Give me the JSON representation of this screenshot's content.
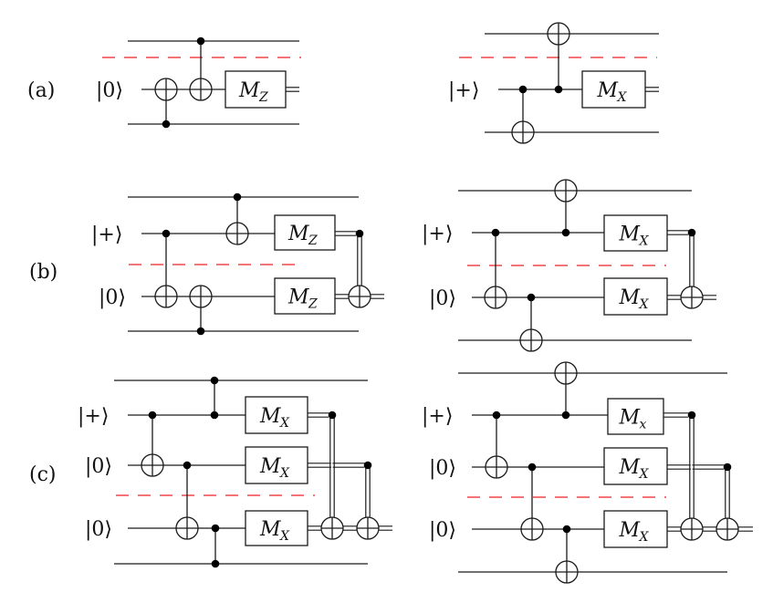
{
  "figure": {
    "panels": [
      {
        "id": "a-left",
        "label": "(a)",
        "inputs": [
          {
            "wire": 1,
            "text": "|0⟩"
          }
        ],
        "wires": [
          "top",
          "ancilla",
          "bottom"
        ],
        "gates": [
          {
            "type": "cnot",
            "control_wire": "bottom",
            "target_wire": "ancilla"
          },
          {
            "type": "cnot",
            "control_wire": "top",
            "target_wire": "ancilla"
          },
          {
            "type": "measure",
            "wire": "ancilla",
            "basis": "Z",
            "text": "M",
            "sub": "Z"
          }
        ]
      },
      {
        "id": "a-right",
        "label": "",
        "inputs": [
          {
            "wire": 1,
            "text": "|+⟩"
          }
        ],
        "wires": [
          "top",
          "ancilla",
          "bottom"
        ],
        "gates": [
          {
            "type": "cnot",
            "control_wire": "ancilla",
            "target_wire": "bottom"
          },
          {
            "type": "cnot",
            "control_wire": "ancilla",
            "target_wire": "top"
          },
          {
            "type": "measure",
            "wire": "ancilla",
            "basis": "X",
            "text": "M",
            "sub": "X"
          }
        ]
      },
      {
        "id": "b-left",
        "label": "(b)",
        "inputs": [
          {
            "wire": 1,
            "text": "|+⟩"
          },
          {
            "wire": 2,
            "text": "|0⟩"
          }
        ],
        "gates": [
          {
            "type": "cnot",
            "control_wire": "ancilla1",
            "target_wire": "ancilla2"
          },
          {
            "type": "cnot",
            "control_wire": "bottom",
            "target_wire": "ancilla2"
          },
          {
            "type": "cnot",
            "control_wire": "top",
            "target_wire": "ancilla1"
          },
          {
            "type": "measure",
            "wire": "ancilla1",
            "text": "M",
            "sub": "Z"
          },
          {
            "type": "measure",
            "wire": "ancilla2",
            "text": "M",
            "sub": "Z"
          },
          {
            "type": "classical-xor",
            "control": "ancilla1",
            "target": "ancilla2"
          }
        ]
      },
      {
        "id": "b-right",
        "label": "",
        "inputs": [
          {
            "wire": 1,
            "text": "|+⟩"
          },
          {
            "wire": 2,
            "text": "|0⟩"
          }
        ],
        "gates": [
          {
            "type": "cnot",
            "control_wire": "ancilla1",
            "target_wire": "ancilla2"
          },
          {
            "type": "cnot",
            "control_wire": "ancilla2",
            "target_wire": "bottom"
          },
          {
            "type": "cnot",
            "control_wire": "ancilla1",
            "target_wire": "top"
          },
          {
            "type": "measure",
            "wire": "ancilla1",
            "text": "M",
            "sub": "X"
          },
          {
            "type": "measure",
            "wire": "ancilla2",
            "text": "M",
            "sub": "X"
          },
          {
            "type": "classical-xor",
            "control": "ancilla1",
            "target": "ancilla2"
          }
        ]
      },
      {
        "id": "c-left",
        "label": "(c)",
        "inputs": [
          {
            "wire": 1,
            "text": "|+⟩"
          },
          {
            "wire": 2,
            "text": "|0⟩"
          },
          {
            "wire": 3,
            "text": "|0⟩"
          }
        ],
        "gates": [
          {
            "type": "cnot",
            "control_wire": "ancilla1",
            "target_wire": "ancilla2"
          },
          {
            "type": "cnot",
            "control_wire": "ancilla2",
            "target_wire": "ancilla3"
          },
          {
            "type": "cz",
            "wires": [
              "top",
              "ancilla1"
            ]
          },
          {
            "type": "cz",
            "wires": [
              "ancilla3",
              "bottom"
            ]
          },
          {
            "type": "measure",
            "wire": "ancilla1",
            "text": "M",
            "sub": "X"
          },
          {
            "type": "measure",
            "wire": "ancilla2",
            "text": "M",
            "sub": "X"
          },
          {
            "type": "measure",
            "wire": "ancilla3",
            "text": "M",
            "sub": "X"
          },
          {
            "type": "classical-xor",
            "control": "ancilla1",
            "target": "ancilla3"
          },
          {
            "type": "classical-xor",
            "control": "ancilla2",
            "target": "ancilla3"
          }
        ]
      },
      {
        "id": "c-right",
        "label": "",
        "inputs": [
          {
            "wire": 1,
            "text": "|+⟩"
          },
          {
            "wire": 2,
            "text": "|0⟩"
          },
          {
            "wire": 3,
            "text": "|0⟩"
          }
        ],
        "gates": [
          {
            "type": "cnot",
            "control_wire": "ancilla1",
            "target_wire": "ancilla2"
          },
          {
            "type": "cnot",
            "control_wire": "ancilla2",
            "target_wire": "ancilla3"
          },
          {
            "type": "cnot",
            "control_wire": "ancilla1",
            "target_wire": "top"
          },
          {
            "type": "cnot",
            "control_wire": "ancilla3",
            "target_wire": "bottom"
          },
          {
            "type": "measure",
            "wire": "ancilla1",
            "text": "M",
            "sub": "x"
          },
          {
            "type": "measure",
            "wire": "ancilla2",
            "text": "M",
            "sub": "X"
          },
          {
            "type": "measure",
            "wire": "ancilla3",
            "text": "M",
            "sub": "X"
          },
          {
            "type": "classical-xor",
            "control": "ancilla1",
            "target": "ancilla3"
          },
          {
            "type": "classical-xor",
            "control": "ancilla2",
            "target": "ancilla3"
          }
        ]
      }
    ],
    "labels": {
      "a": "(a)",
      "b": "(b)",
      "c": "(c)"
    },
    "kets": {
      "zero": "|0⟩",
      "plus": "|+⟩"
    },
    "measure": {
      "M": "M",
      "Z": "Z",
      "X": "X",
      "x": "x"
    },
    "colors": {
      "wire": "#1a1a1a",
      "boundary": "#f0454a",
      "background": "#ffffff"
    }
  }
}
